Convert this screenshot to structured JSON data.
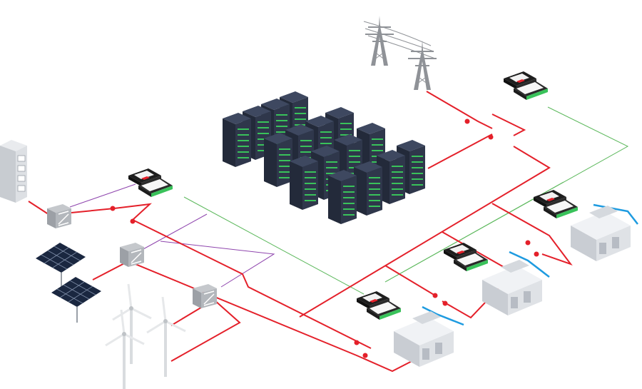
{
  "colors": {
    "power_line": "#e4202a",
    "comm_line_green": "#5cb85c",
    "comm_line_purple": "#8e44ad",
    "cooling_line": "#1e9be0",
    "server_body": "#2b3346",
    "server_led": "#39c25a",
    "genset_body": "#e3e6ea",
    "controller_body": "#2c2c2c"
  },
  "components": {
    "utility_grid": {
      "icon": "transmission-tower-icon",
      "count": 2
    },
    "server_racks": {
      "icon": "server-rack-icon",
      "count": 16
    },
    "battery_cabinet": {
      "icon": "battery-cabinet-icon"
    },
    "solar_array": {
      "icon": "solar-panel-icon",
      "count": 2
    },
    "wind_farm": {
      "icon": "wind-turbine-icon",
      "count": 3
    },
    "inverters": {
      "icon": "inverter-icon",
      "count": 3
    },
    "gensets": {
      "icon": "generator-icon",
      "count": 3
    },
    "controllers": {
      "icon": "controller-icon",
      "count": 5
    }
  }
}
